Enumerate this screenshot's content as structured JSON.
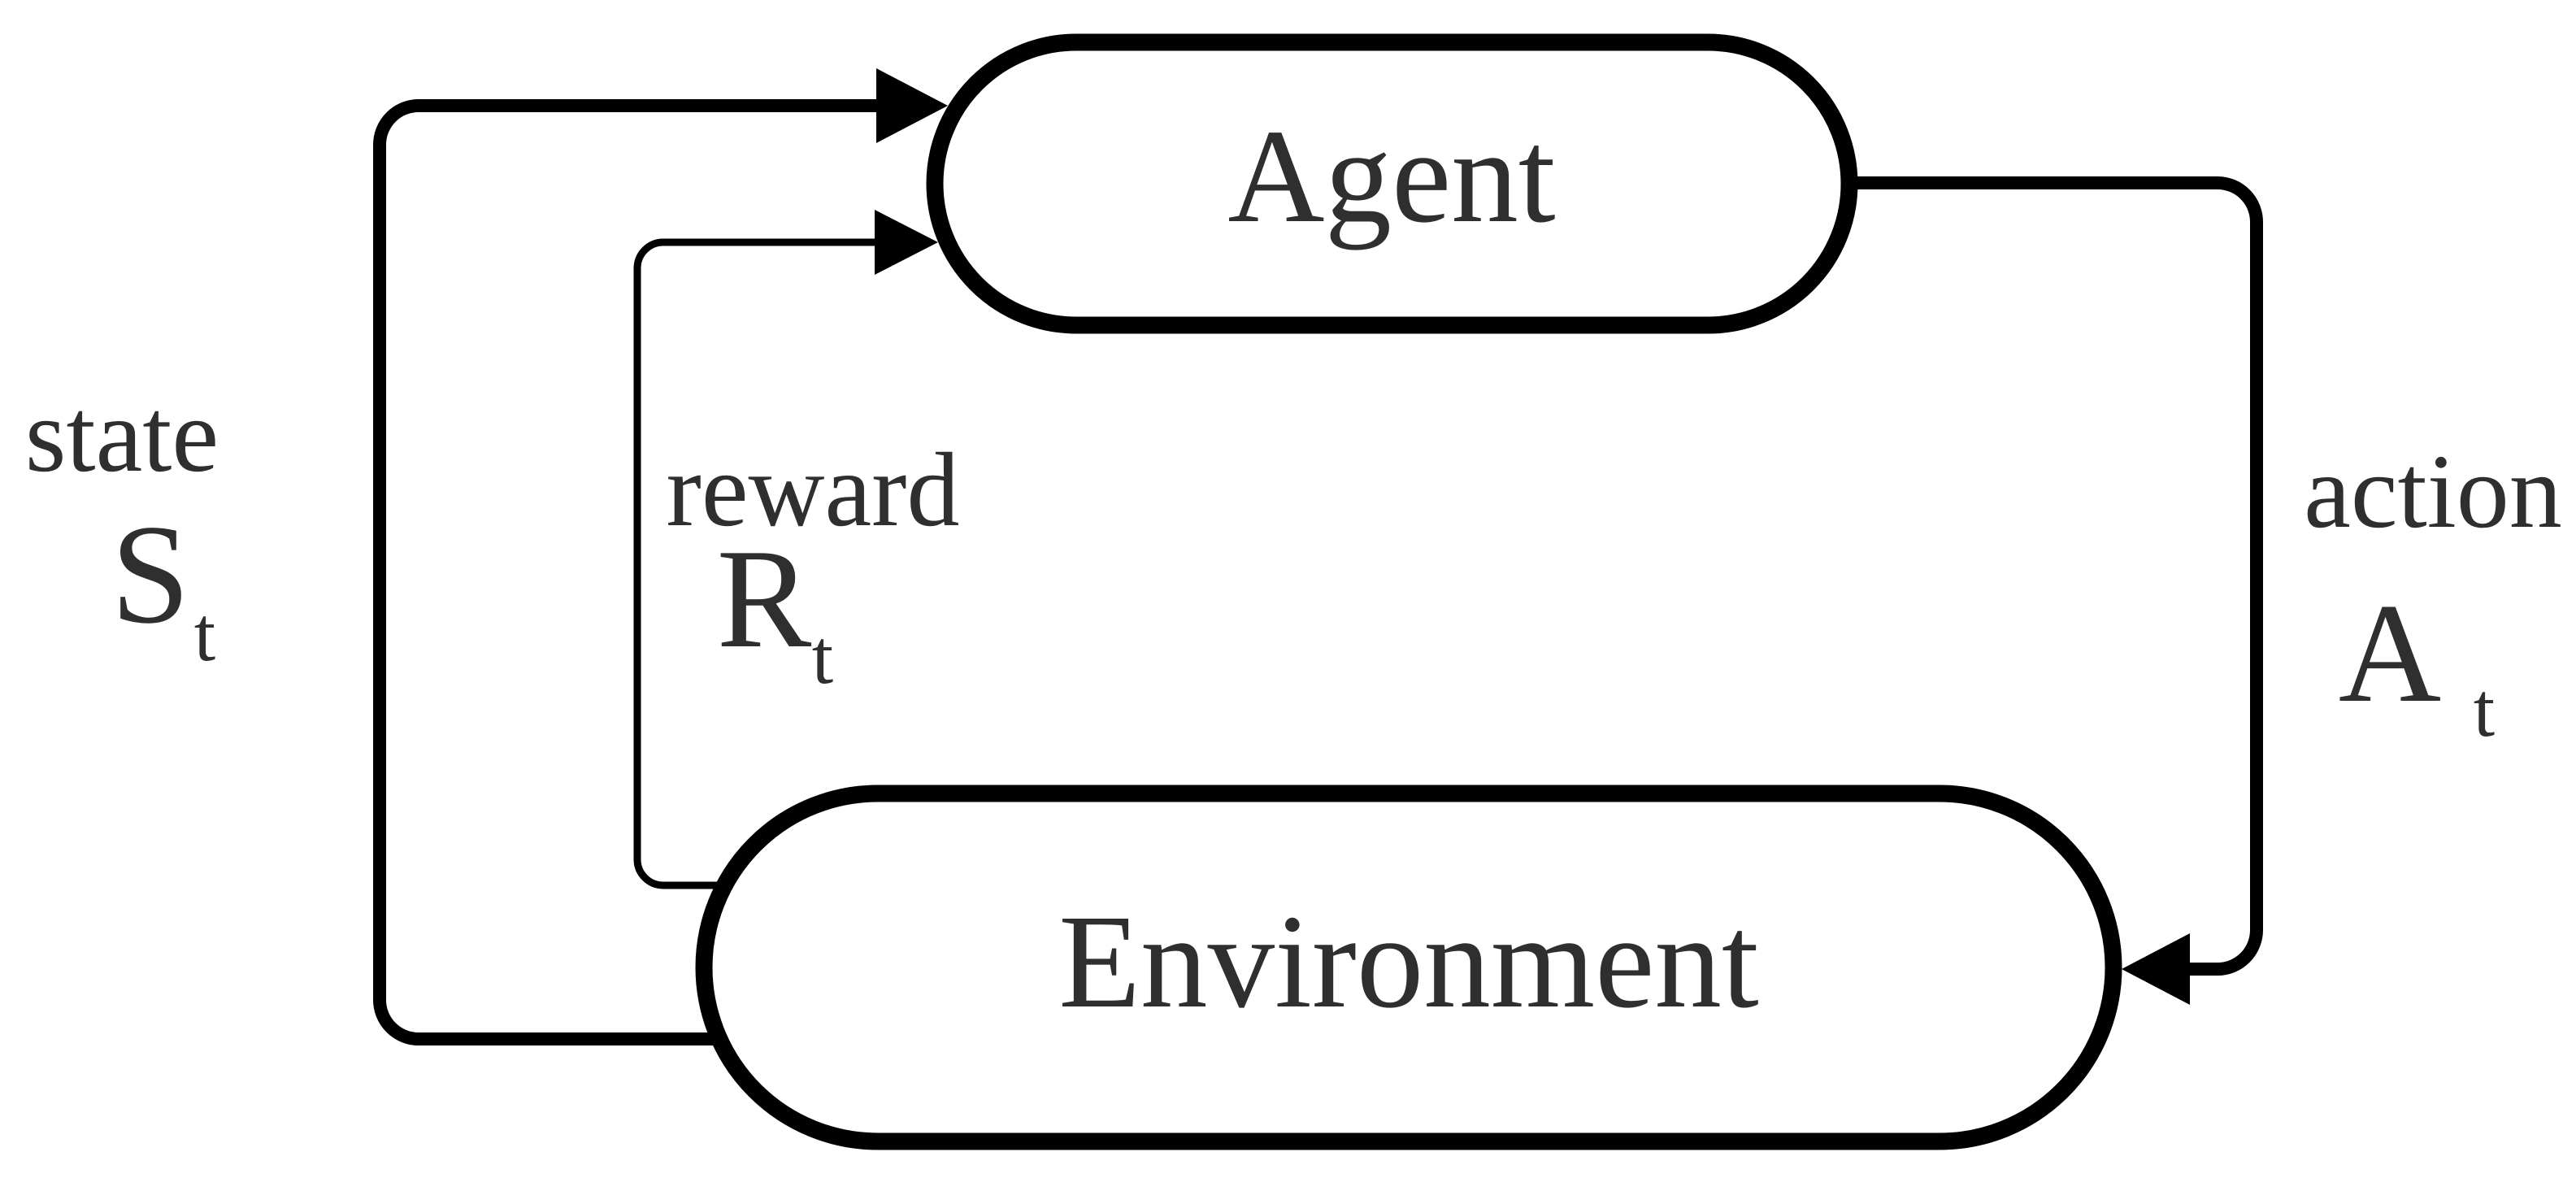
{
  "diagram": {
    "nodes": {
      "agent": {
        "label": "Agent"
      },
      "environment": {
        "label": "Environment"
      }
    },
    "edges": {
      "state": {
        "label": "state",
        "symbol": "S",
        "subscript": "t"
      },
      "reward": {
        "label": "reward",
        "symbol": "R",
        "subscript": "t"
      },
      "action": {
        "label": "action",
        "symbol": "A",
        "subscript": "t"
      }
    },
    "colors": {
      "background": "#ffffff",
      "line": "#000000",
      "text": "#2f2f2f"
    }
  }
}
